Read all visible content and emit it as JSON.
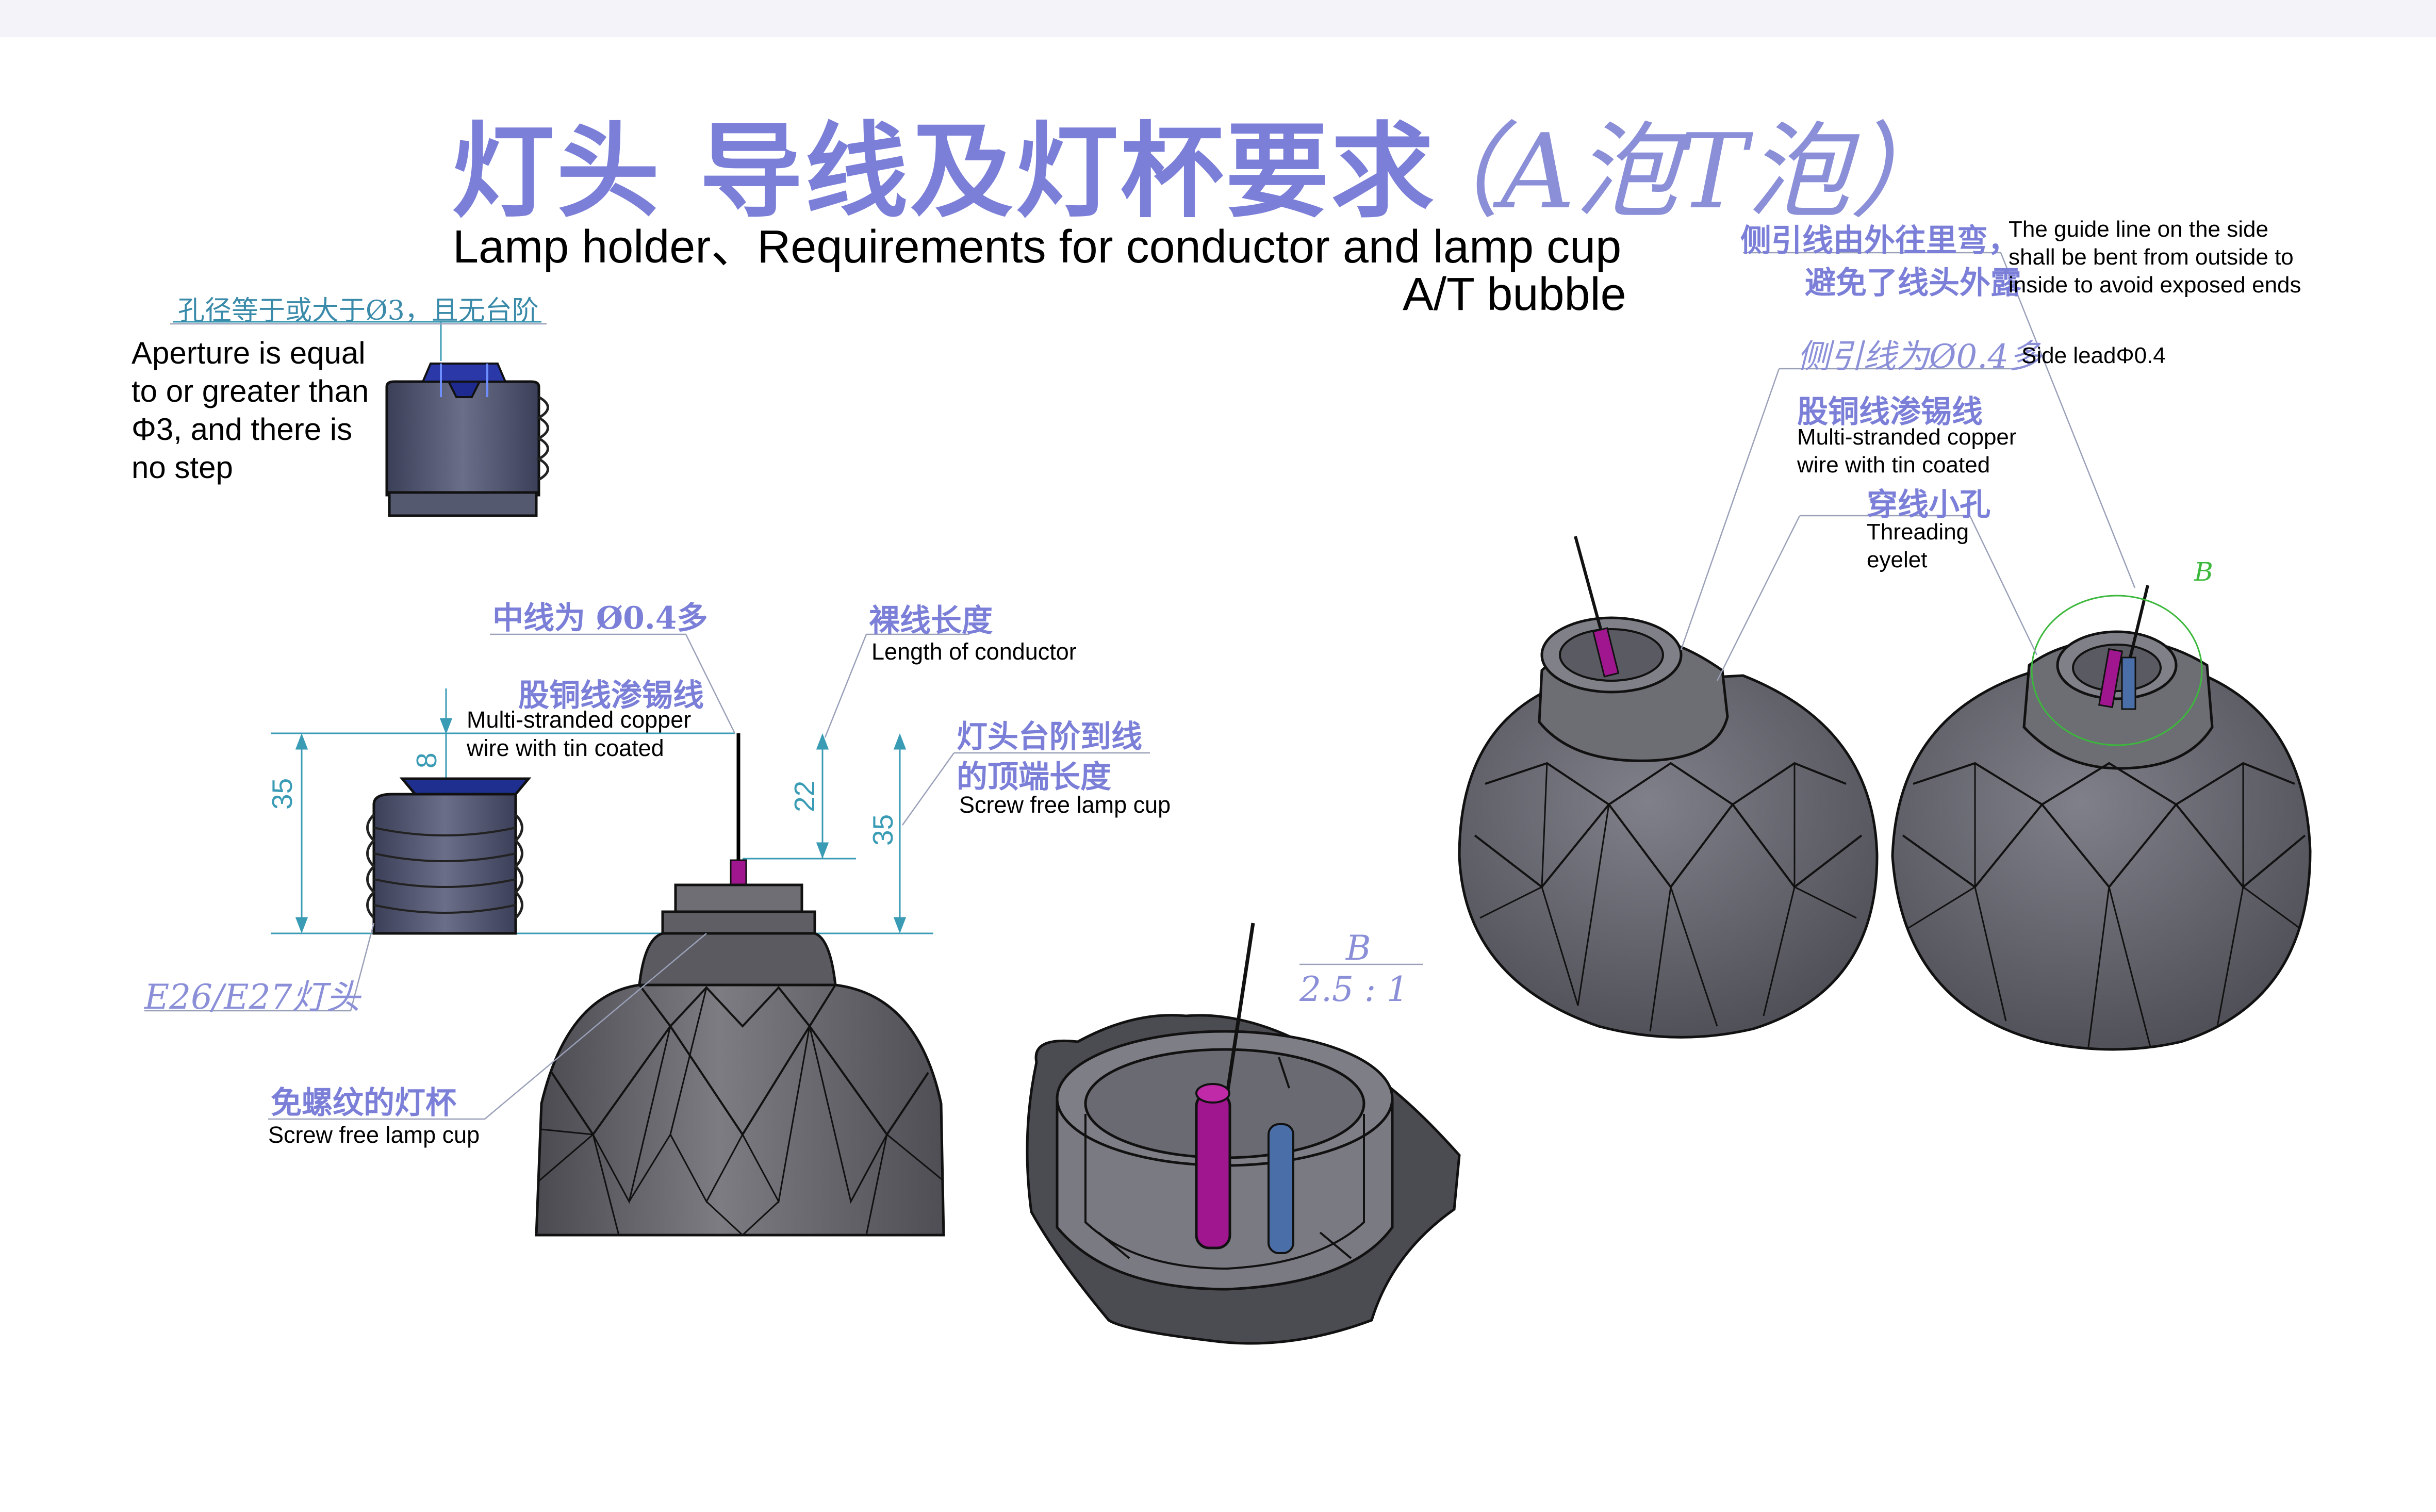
{
  "title": {
    "cn_main": "灯头  导线及灯杯要求",
    "cn_suffix": "（A泡T泡）",
    "en_line1": "Lamp holder、Requirements for conductor and lamp cup",
    "en_line2": "A/T bubble"
  },
  "aperture": {
    "cn": "孔径等于或大于Ø3，且无台阶",
    "en": "Aperture is equal to or greater than Φ3, and there is no step"
  },
  "center_wire": {
    "cn_diameter": "中线为 Ø0.4多",
    "cn_type": "股铜线渗锡线",
    "en_line1": "Multi-stranded copper",
    "en_line2": "wire with tin coated"
  },
  "bare_wire": {
    "cn": "裸线长度",
    "en": "Length of conductor"
  },
  "step_to_end": {
    "cn_line1": "灯头台阶到线",
    "cn_line2": "的顶端长度",
    "en": "Screw free lamp cup"
  },
  "dimensions": {
    "d35_left": "35",
    "d8": "8",
    "d22": "22",
    "d35_right": "35"
  },
  "base_label": "E26/E27灯头",
  "cup_label": {
    "cn": "免螺纹的灯杯",
    "en": "Screw free lamp cup"
  },
  "detail_label": {
    "letter": "B",
    "scale": "2.5 : 1"
  },
  "side_guide": {
    "cn_line1": "侧引线由外往里弯，",
    "cn_line2": "避免了线头外露",
    "en_line1": "The guide line on the side",
    "en_line2": "shall be bent from outside to",
    "en_line3": "inside to avoid exposed ends"
  },
  "side_lead": {
    "cn": "侧引线为Ø0.4多",
    "en": "Side leadΦ0.4"
  },
  "strand_wire": {
    "cn": "股铜线渗锡线",
    "en_line1": "Multi-stranded copper",
    "en_line2": "wire with tin coated"
  },
  "eyelet": {
    "cn": "穿线小孔",
    "en_line1": "Threading",
    "en_line2": "eyelet"
  },
  "detail_marker": "B",
  "colors": {
    "title_blue": "#7b7fd8",
    "dim_teal": "#3a9bb5",
    "wire_magenta": "#a0168e",
    "base_blue": "#1f2f90",
    "cup_gray": "#6b6b70"
  }
}
